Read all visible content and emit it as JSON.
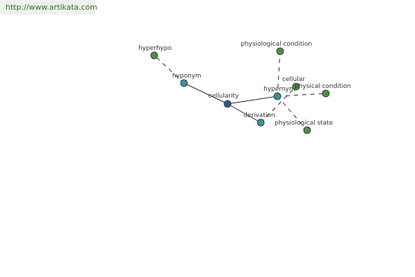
{
  "watermark": {
    "url_text": "http://www.artikata.com"
  },
  "colors": {
    "center_node": "#3b4f96",
    "relation_node": "#3f8d9a",
    "leaf_node": "#4f8f46",
    "edge": "#222222",
    "banner_text": "#3a6f20"
  },
  "graph": {
    "nodes": [
      {
        "id": "cellularity",
        "label": "cellularity",
        "kind": "center"
      },
      {
        "id": "hyponym",
        "label": "hyponym",
        "kind": "relation"
      },
      {
        "id": "hyperhypo",
        "label": "hyperhypo",
        "kind": "leaf"
      },
      {
        "id": "hypernym",
        "label": "hypernym",
        "kind": "relation"
      },
      {
        "id": "derivation",
        "label": "derivation",
        "kind": "relation"
      },
      {
        "id": "physiological-condition",
        "label": "physiological condition",
        "kind": "leaf"
      },
      {
        "id": "cellular",
        "label": "cellular",
        "kind": "leaf"
      },
      {
        "id": "physical-condition",
        "label": "physical condition",
        "kind": "leaf"
      },
      {
        "id": "physiological-state",
        "label": "physiological state",
        "kind": "leaf"
      }
    ],
    "edges": [
      {
        "from": "cellularity",
        "to": "hyponym",
        "style": "solid"
      },
      {
        "from": "cellularity",
        "to": "hypernym",
        "style": "solid"
      },
      {
        "from": "cellularity",
        "to": "derivation",
        "style": "solid"
      },
      {
        "from": "hyponym",
        "to": "hyperhypo",
        "style": "dashed"
      },
      {
        "from": "hypernym",
        "to": "physiological-condition",
        "style": "dashed"
      },
      {
        "from": "hypernym",
        "to": "physical-condition",
        "style": "dashed"
      },
      {
        "from": "hypernym",
        "to": "physiological-state",
        "style": "dashed"
      },
      {
        "from": "derivation",
        "to": "cellular",
        "style": "dashed"
      }
    ]
  }
}
